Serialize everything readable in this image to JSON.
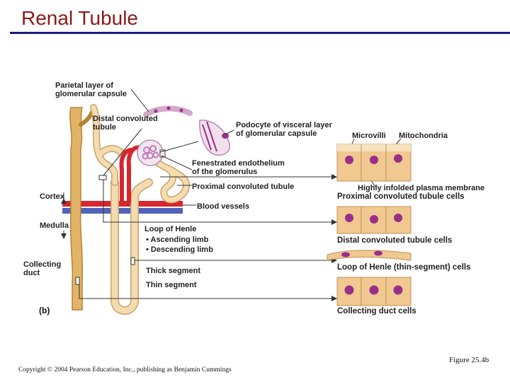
{
  "title": "Renal Tubule",
  "figure_number": "Figure 25.4b",
  "copyright": "Copyright © 2004 Pearson Education, Inc., publishing as Benjamin Cummings",
  "panel_tag": "(b)",
  "labels": {
    "parietal": "Parietal layer of\nglomerular capsule",
    "distal_tubule": "Distal convoluted\ntubule",
    "podocyte": "Podocyte of visceral layer\nof glomerular capsule",
    "microvilli": "Microvilli",
    "mitochondria": "Mitochondria",
    "fenestrated": "Fenestrated endothelium\nof the glomerulus",
    "proximal_tubule": "Proximal convoluted tubule",
    "infolded": "Highly infolded plasma membrane",
    "proximal_cells": "Proximal convoluted tubule cells",
    "cortex": "Cortex",
    "blood_vessels": "Blood vessels",
    "medulla": "Medulla",
    "loop_of_henle": "Loop of Henle",
    "ascending": "• Ascending limb",
    "descending": "• Descending limb",
    "distal_cells": "Distal convoluted tubule cells",
    "collecting_duct": "Collecting\nduct",
    "thick_segment": "Thick segment",
    "henle_cells": "Loop of Henle (thin-segment) cells",
    "thin_segment": "Thin segment",
    "collecting_cells": "Collecting duct cells"
  },
  "colors": {
    "title": "#8b1a1a",
    "rule": "#1a1a7a",
    "tubule": "#f4dcb0",
    "duct": "#e2b468",
    "artery": "#d8262e",
    "vein": "#4f63b8",
    "cell": "#f0c890",
    "nucleus": "#9a2f8a"
  }
}
